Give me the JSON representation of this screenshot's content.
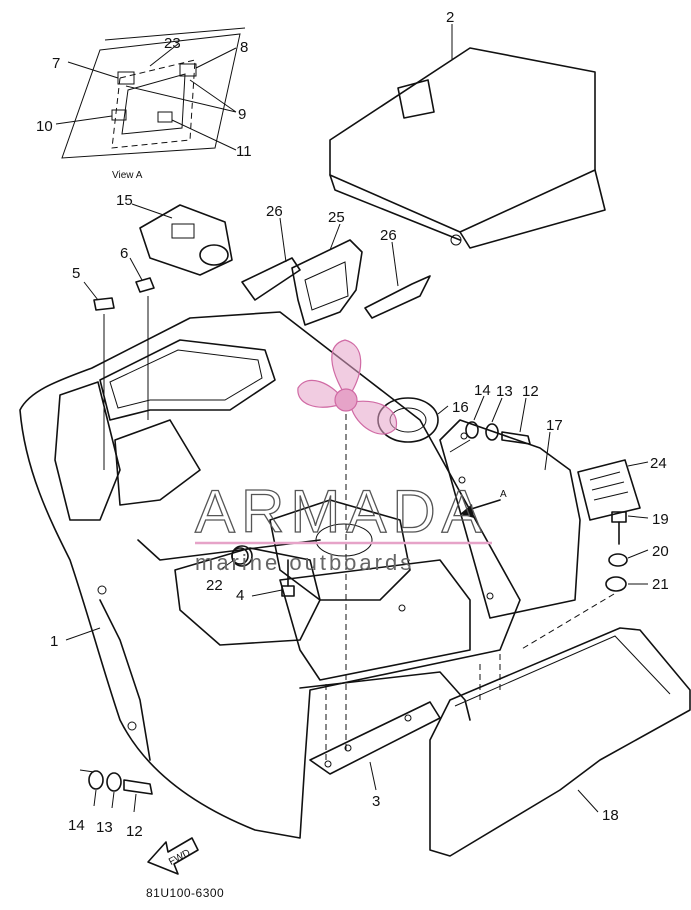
{
  "inset_view": {
    "caption": "View A"
  },
  "part_labels": {
    "p1": "1",
    "p2": "2",
    "p3": "3",
    "p4": "4",
    "p5": "5",
    "p6": "6",
    "p7": "7",
    "p8": "8",
    "p9": "9",
    "p10": "10",
    "p11": "11",
    "p12a": "12",
    "p12b": "12",
    "p13a": "13",
    "p13b": "13",
    "p14a": "14",
    "p14b": "14",
    "p15": "15",
    "p16": "16",
    "p17": "17",
    "p18": "18",
    "p19": "19",
    "p20": "20",
    "p21": "21",
    "p22": "22",
    "p23": "23",
    "p24": "24",
    "p25": "25",
    "p26a": "26",
    "p26b": "26"
  },
  "view_marker": "A",
  "fwd_arrow": "FWD",
  "diagram_code": "81U100-6300",
  "watermark": {
    "main": "ARMADA",
    "sub": "marine outboards",
    "accent_color": "#e6a3c8"
  }
}
